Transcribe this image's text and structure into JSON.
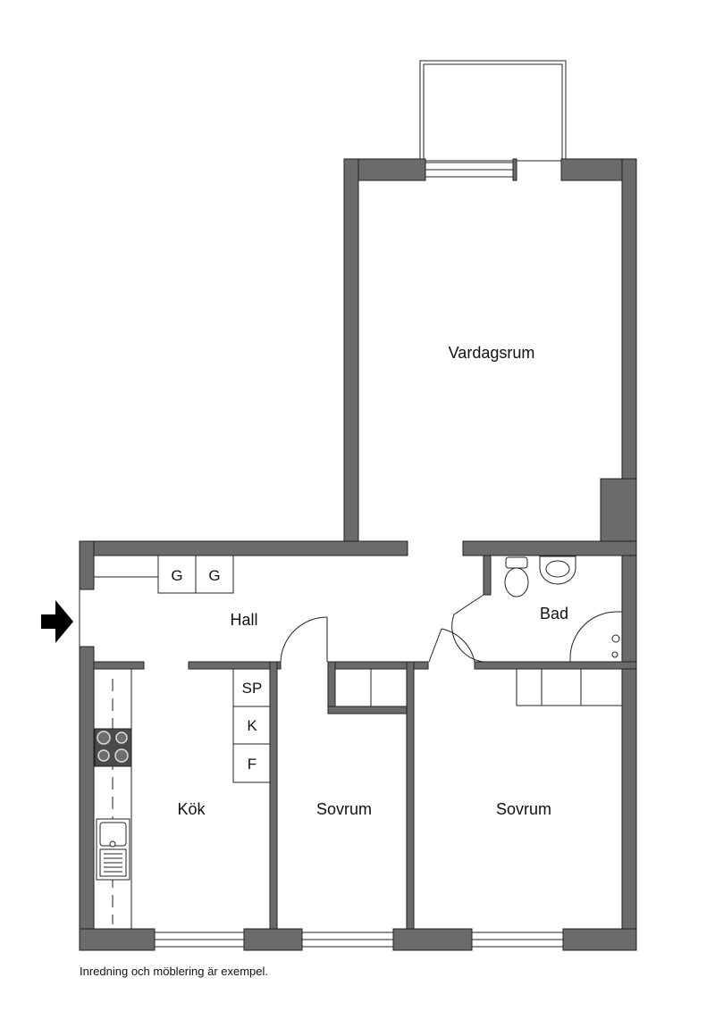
{
  "rooms": {
    "vardagsrum": "Vardagsrum",
    "hall": "Hall",
    "bad": "Bad",
    "kok": "Kök",
    "sovrum_1": "Sovrum",
    "sovrum_2": "Sovrum"
  },
  "fixtures": {
    "wardrobe_1": "G",
    "wardrobe_2": "G",
    "stove_cabinet": "SP",
    "fridge": "K",
    "freezer": "F"
  },
  "footer_note": "Inredning och möblering är exempel."
}
